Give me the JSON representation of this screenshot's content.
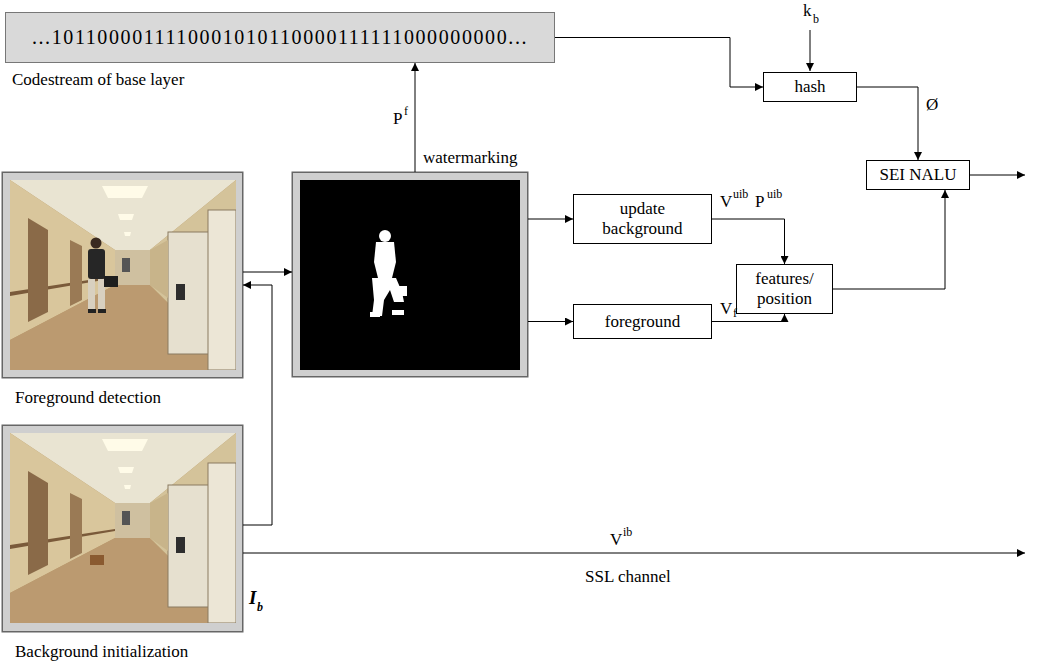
{
  "diagram": {
    "nodes": [
      {
        "text": [
          "...1011000011110001010110000111111000000000...",
          "Codestream of base layer"
        ]
      },
      {
        "text": [
          "Foreground detection"
        ]
      },
      {
        "text": [
          "Background initialization"
        ]
      },
      {
        "text": [
          "watermarking"
        ]
      },
      {
        "text": [
          "hash"
        ]
      },
      {
        "text": [
          "update background"
        ]
      },
      {
        "text": [
          "foreground"
        ]
      },
      {
        "text": [
          "features/ position"
        ]
      },
      {
        "text": [
          "SEI NALU"
        ]
      }
    ],
    "edges": [
      {
        "from": 0,
        "to": 4,
        "arrow": "to"
      },
      {
        "from": 3,
        "to": 0,
        "arrow": "to"
      },
      {
        "from": 2,
        "to": 1,
        "arrow": "to"
      },
      {
        "from": 1,
        "to": 3,
        "arrow": "to"
      },
      {
        "from": 3,
        "to": 5,
        "arrow": "to"
      },
      {
        "from": 3,
        "to": 6,
        "arrow": "to"
      },
      {
        "from": 5,
        "to": 7,
        "arrow": "to"
      },
      {
        "from": 6,
        "to": 7,
        "arrow": "to"
      },
      {
        "from": 7,
        "to": 8,
        "arrow": "to"
      },
      {
        "from": 4,
        "to": 8,
        "arrow": "to"
      }
    ],
    "labels": [
      "k",
      "b",
      "Ø",
      "P",
      "f",
      "V",
      "uib",
      "P",
      "uib",
      "V",
      "f",
      "V",
      "ib",
      "SSL channel",
      "I",
      "b"
    ]
  }
}
